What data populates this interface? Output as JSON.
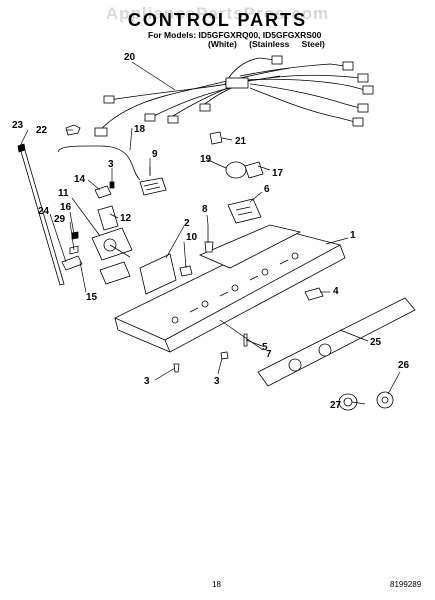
{
  "watermark": "AppliancePartsPros.com",
  "header": {
    "title": "CONTROL PARTS",
    "models": "For Models: ID5GFGXRQ00, ID5GFGXRS00",
    "variants": "(White)   (Stainless Steel)"
  },
  "footer": {
    "page": "18",
    "doc_number": "8199289"
  },
  "callouts": {
    "c1": "1",
    "c2": "2",
    "c3a": "3",
    "c3b": "3",
    "c3c": "3",
    "c4": "4",
    "c5": "5",
    "c6": "6",
    "c7": "7",
    "c8": "8",
    "c9": "9",
    "c10": "10",
    "c11": "11",
    "c12": "12",
    "c14": "14",
    "c15": "15",
    "c16": "16",
    "c17": "17",
    "c18": "18",
    "c19": "19",
    "c20": "20",
    "c21": "21",
    "c22": "22",
    "c23": "23",
    "c24": "24",
    "c25": "25",
    "c26": "26",
    "c27": "27",
    "c29": "29"
  }
}
